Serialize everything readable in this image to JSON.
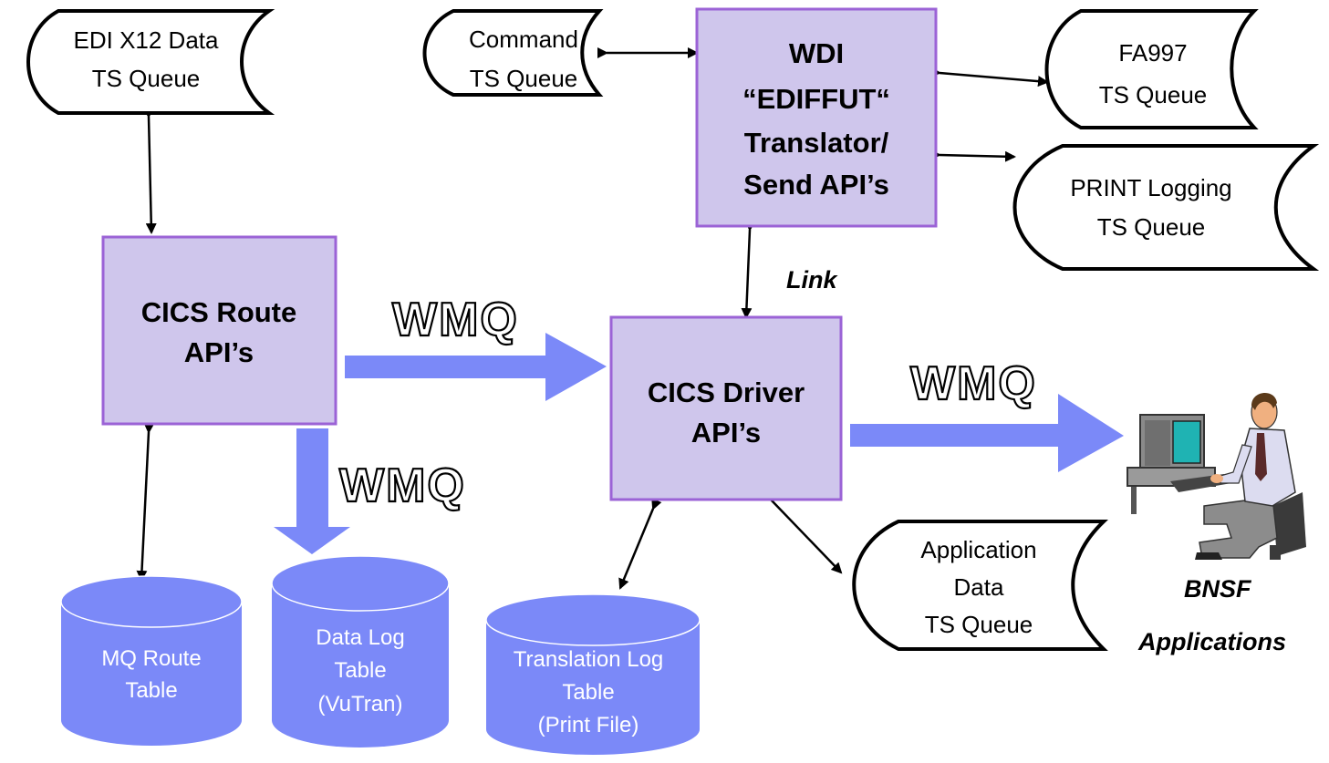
{
  "colors": {
    "box_fill": "#cfc6ec",
    "box_border": "#9b63d6",
    "database": "#7b89f8",
    "flow_arrow": "#7b89f8"
  },
  "queues": {
    "edi": [
      "EDI X12 Data",
      "TS Queue"
    ],
    "command": [
      "Command",
      "TS Queue"
    ],
    "fa997": [
      "FA997",
      "TS Queue"
    ],
    "print": [
      "PRINT Logging",
      "TS Queue"
    ],
    "app": [
      "Application",
      "Data",
      "TS Queue"
    ]
  },
  "boxes": {
    "wdi": [
      "WDI",
      "“EDIFFUT“",
      "Translator/",
      "Send API’s"
    ],
    "route": [
      "CICS Route",
      "API’s"
    ],
    "driver": [
      "CICS Driver",
      "API’s"
    ]
  },
  "databases": {
    "mq_route": [
      "MQ Route",
      "Table"
    ],
    "data_log": [
      "Data Log",
      "Table",
      "(VuTran)"
    ],
    "translation_log": [
      "Translation Log",
      "Table",
      "(Print File)"
    ]
  },
  "flow_labels": {
    "wmq_1": "WMQ",
    "wmq_2": "WMQ",
    "wmq_3": "WMQ"
  },
  "labels": {
    "link": "Link",
    "bnsf": "BNSF",
    "applications": "Applications"
  },
  "icons": {
    "user_at_computer": "person-at-computer-icon"
  }
}
